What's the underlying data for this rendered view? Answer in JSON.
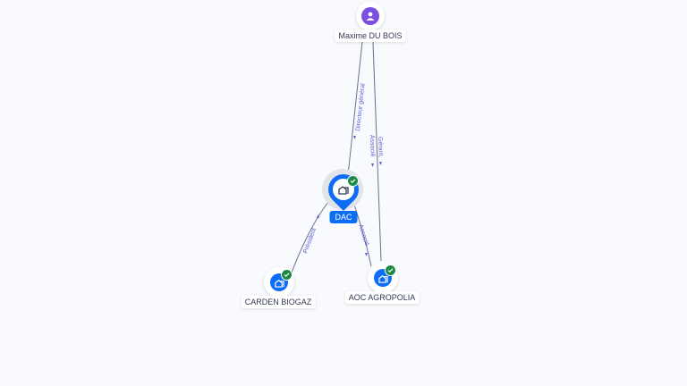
{
  "nodes": {
    "person": {
      "name": "Maxime DU BOIS",
      "icon": "person-icon"
    },
    "dac": {
      "name": "DAC",
      "icon": "building-icon",
      "verified": true
    },
    "carden": {
      "name": "CARDEN BIOGAZ",
      "icon": "building-icon",
      "verified": true
    },
    "aoc": {
      "name": "AOC AGROPOLIA",
      "icon": "building-icon",
      "verified": true
    }
  },
  "edges": {
    "person_dac": "Directeur général",
    "person_aoc_1": "Gérant,",
    "person_aoc_2": "Associé",
    "dac_carden": "Président",
    "dac_aoc": "Associé"
  },
  "colors": {
    "accent": "#0d6ef5",
    "person": "#7b4fe0",
    "verified": "#1a8a45",
    "edge": "#6a7090"
  }
}
